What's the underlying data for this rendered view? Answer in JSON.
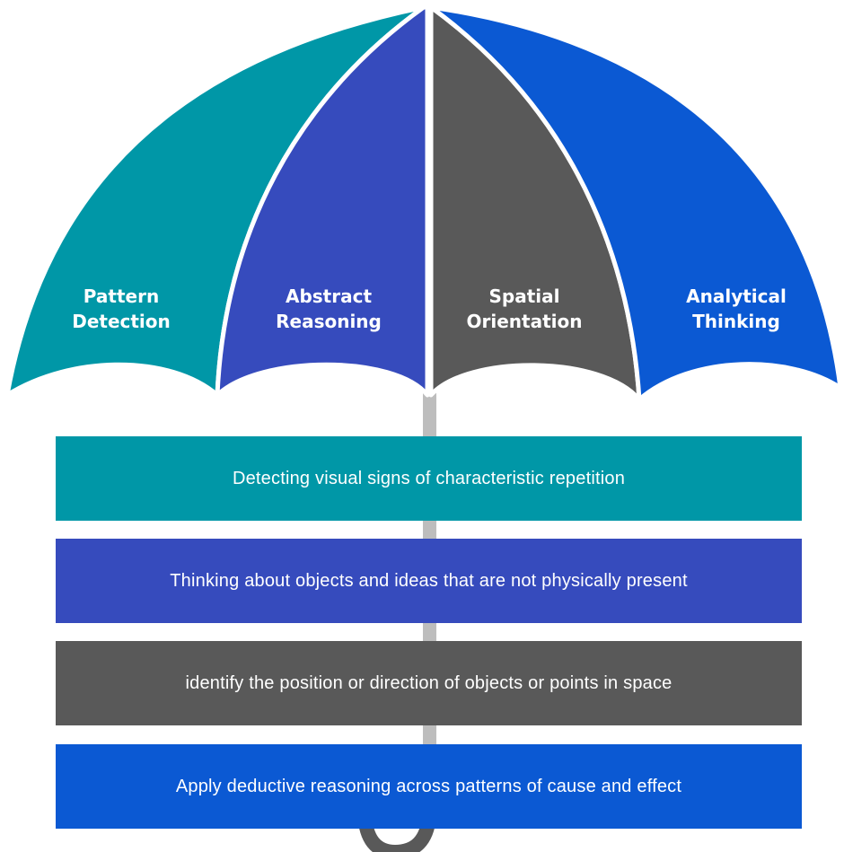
{
  "colors": {
    "teal": "#0097a7",
    "indigo": "#364bbd",
    "gray": "#595959",
    "blue": "#0b59d3",
    "shaft": "#bdbdbd",
    "handle": "#595959"
  },
  "panels": [
    {
      "line1": "Pattern",
      "line2": "Detection",
      "color": "#0097a7"
    },
    {
      "line1": "Abstract",
      "line2": "Reasoning",
      "color": "#364bbd"
    },
    {
      "line1": "Spatial",
      "line2": "Orientation",
      "color": "#595959"
    },
    {
      "line1": "Analytical",
      "line2": "Thinking",
      "color": "#0b59d3"
    }
  ],
  "bars": [
    {
      "text": "Detecting visual signs of characteristic repetition",
      "color": "#0097a7"
    },
    {
      "text": "Thinking about objects and ideas that are not physically present",
      "color": "#364bbd"
    },
    {
      "text": "identify the position or direction of objects or points in space",
      "color": "#595959"
    },
    {
      "text": "Apply deductive reasoning across patterns of cause and effect",
      "color": "#0b59d3"
    }
  ]
}
